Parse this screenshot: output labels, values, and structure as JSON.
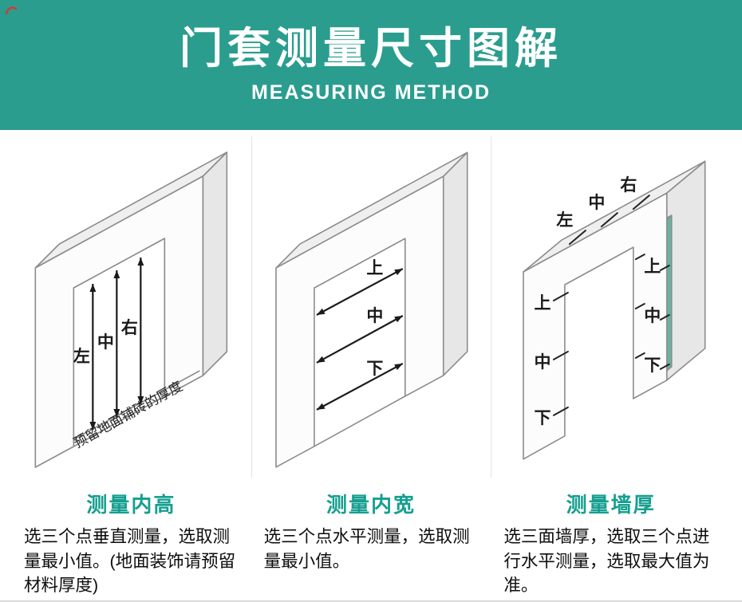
{
  "banner": {
    "title": "门套测量尺寸图解",
    "subtitle": "MEASURING METHOD"
  },
  "colors": {
    "banner_bg": "#2a9d8f",
    "heading_text": "#169f90",
    "diagram_teal": "#69b2a4"
  },
  "panels": [
    {
      "heading": "测量内高",
      "description": "选三个点垂直测量，选取测量最小值。(地面装饰请预留材料厚度)",
      "note": "预留地面铺砖的厚度",
      "arrow_labels": [
        "左",
        "中",
        "右"
      ]
    },
    {
      "heading": "测量内宽",
      "description": "选三个点水平测量，选取测量最小值。",
      "arrow_labels": [
        "上",
        "中",
        "下"
      ]
    },
    {
      "heading": "测量墙厚",
      "description": "选三面墙厚，选取三个点进行水平测量，选取最大值为准。",
      "top_labels": [
        "左",
        "中",
        "右"
      ],
      "left_labels": [
        "上",
        "中",
        "下"
      ],
      "right_labels": [
        "上",
        "中",
        "下"
      ]
    }
  ]
}
